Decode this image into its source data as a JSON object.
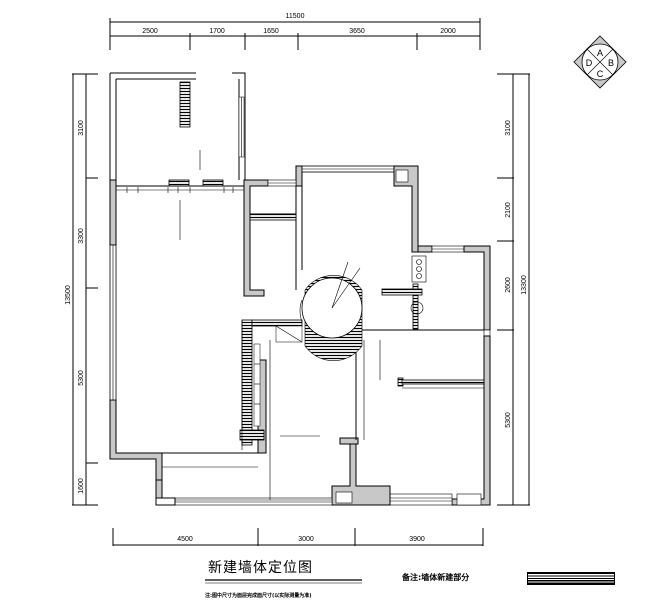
{
  "drawing": {
    "title": "新建墙体定位图",
    "note": "注:图中尺寸为面层完成面尺寸(以实际测量为准)",
    "legend": {
      "label": "备注:墙体新建部分",
      "swatch": "hatched-new-wall"
    },
    "compass": {
      "labels": [
        "A",
        "B",
        "C",
        "D"
      ]
    }
  },
  "dimensions": {
    "top": {
      "total": "11500",
      "segments": [
        "2500",
        "1700",
        "1650",
        "3650",
        "2000"
      ]
    },
    "bottom": {
      "segments": [
        "4500",
        "3000",
        "3900"
      ]
    },
    "left": {
      "total": "13500",
      "segments": [
        "3100",
        "3300",
        "5300",
        "1600"
      ]
    },
    "right": {
      "total": "13300",
      "segments": [
        "3100",
        "2100",
        "2600",
        "5300"
      ]
    }
  },
  "colors": {
    "wall_fill": "#c8c8c8",
    "line": "#000000",
    "background": "#ffffff"
  }
}
